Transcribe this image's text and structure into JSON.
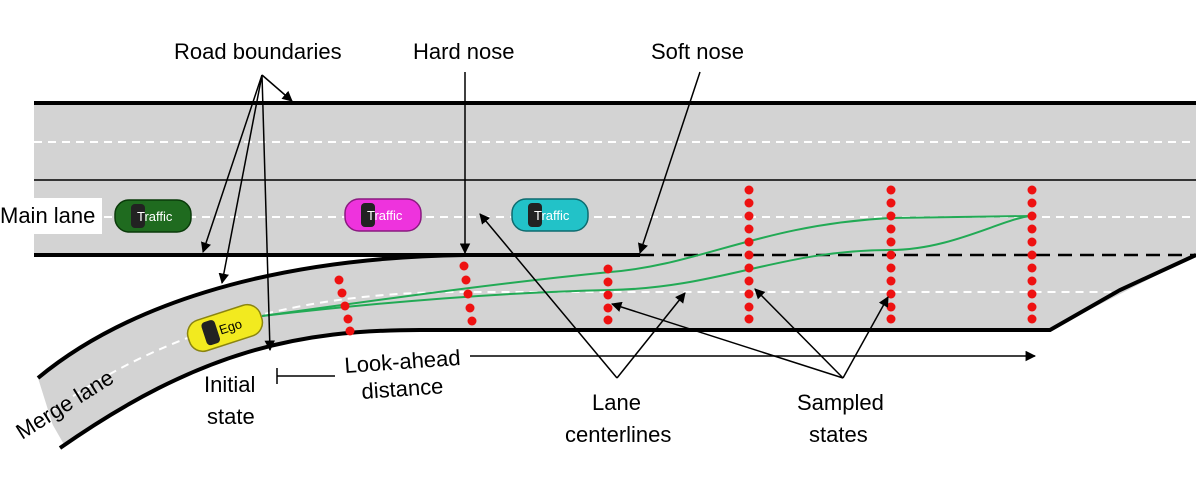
{
  "labels": {
    "road_boundaries": "Road boundaries",
    "hard_nose": "Hard nose",
    "soft_nose": "Soft nose",
    "main_lane": "Main lane",
    "merge_lane": "Merge lane",
    "initial_state_line1": "Initial",
    "initial_state_line2": "state",
    "look_ahead_line1": "Look-ahead",
    "look_ahead_line2": "distance",
    "lane_centerlines_line1": "Lane",
    "lane_centerlines_line2": "centerlines",
    "sampled_states_line1": "Sampled",
    "sampled_states_line2": "states"
  },
  "cars": {
    "traffic_1": {
      "label": "Traffic",
      "color": "#1f6b1f"
    },
    "traffic_2": {
      "label": "Traffic",
      "color": "#ee33dd"
    },
    "traffic_3": {
      "label": "Traffic",
      "color": "#22c2c8"
    },
    "ego": {
      "label": "Ego",
      "color": "#f2ea1f"
    }
  },
  "colors": {
    "road": "#d3d3d3",
    "sampled_state": "#ee1111",
    "trajectory": "#22aa55"
  }
}
